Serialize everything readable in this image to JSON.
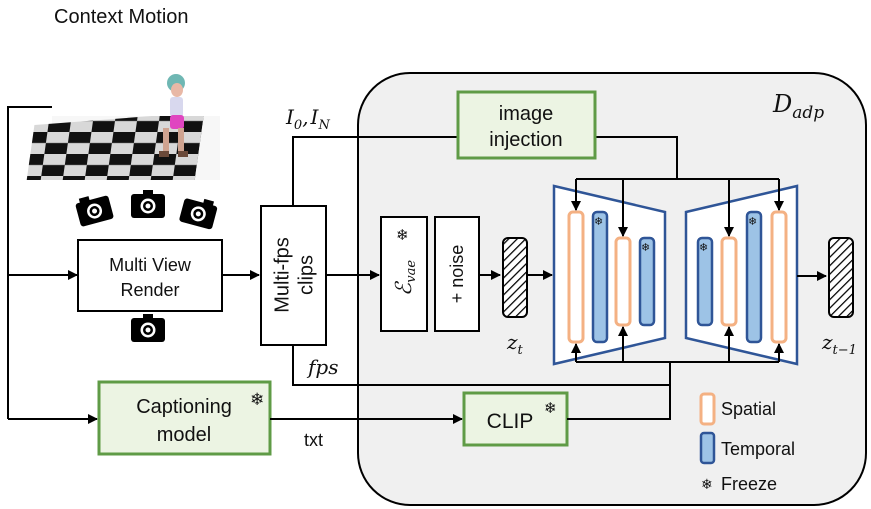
{
  "title": "Context Motion",
  "blocks": {
    "render": [
      "Multi View",
      "Render"
    ],
    "clips": [
      "Multi-fps",
      "clips"
    ],
    "vae_symbol": "ℰ",
    "vae_sub": "vae",
    "noise": "+ noise",
    "image_injection": [
      "image",
      "injection"
    ],
    "captioning": [
      "Captioning",
      "model"
    ],
    "clip": "CLIP",
    "adapter_main": "D",
    "adapter_sub": "adp"
  },
  "labels": {
    "i0": "I",
    "i0_sub": "0",
    "comma": ",",
    "in": "I",
    "in_sub": "N",
    "fps": "fps",
    "txt": "txt",
    "zt": "z",
    "zt_sub": "t",
    "zt1": "z",
    "zt1_sub": "t−1"
  },
  "legend": {
    "spatial": "Spatial",
    "temporal": "Temporal",
    "freeze": "Freeze",
    "freeze_icon": "❄"
  },
  "colors": {
    "green_border": "#5f9b46",
    "green_fill": "#ecf4e3",
    "panel_fill": "#f0f0f0",
    "unet_border": "#2f5597",
    "spatial_border": "#f4b183",
    "temporal_border": "#2f5597",
    "temporal_fill": "#9dc3e6"
  }
}
